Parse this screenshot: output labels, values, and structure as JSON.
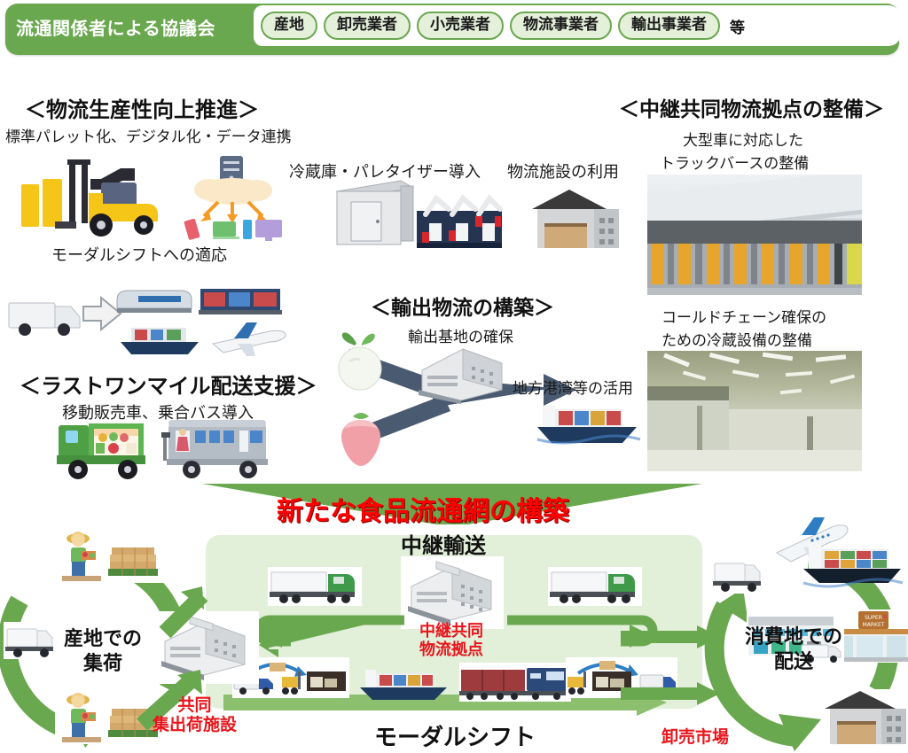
{
  "header": {
    "title": "流通関係者による協議会",
    "stakeholders": [
      "産地",
      "卸売業者",
      "小売業者",
      "物流事業者",
      "輸出事業者"
    ],
    "etc": "等",
    "bar_color": "#6aa84f",
    "pill_fill": "#e4f0da"
  },
  "sections": {
    "productivity": {
      "heading": "＜物流生産性向上推進＞",
      "caption_top": "標準パレット化、デジタル化・データ連携",
      "caption_bottom": "モーダルシフトへの適応",
      "icons": [
        "forklift-pallet-icon",
        "cloud-data-devices-icon",
        "truck-arrow-rail-ship-plane-icon"
      ]
    },
    "center_top": {
      "caption_left": "冷蔵庫・パレタイザー導入",
      "caption_right": "物流施設の利用",
      "icons": [
        "cold-storage-unit-icon",
        "palletizer-robot-icon",
        "warehouse-icon"
      ]
    },
    "export": {
      "heading": "＜輸出物流の構築＞",
      "caption_base": "輸出基地の確保",
      "caption_port": "地方港湾等の活用",
      "icons": [
        "turnip-icon",
        "strawberry-icon",
        "export-base-building-icon",
        "container-ship-icon"
      ]
    },
    "last_mile": {
      "heading": "＜ラストワンマイル配送支援＞",
      "caption": "移動販売車、乗合バス導入",
      "icons": [
        "mobile-sales-truck-icon",
        "community-bus-icon"
      ]
    },
    "relay_hub": {
      "heading": "＜中継共同物流拠点の整備＞",
      "caption_top_line1": "大型車に対応した",
      "caption_top_line2": "トラックバースの整備",
      "caption_bottom_line1": "コールドチェーン確保の",
      "caption_bottom_line2": "ための冷蔵設備の整備",
      "photos": [
        "truck-berth-photo",
        "cold-storage-interior-photo"
      ]
    }
  },
  "bottom": {
    "title": "新たな食品流通網の構築",
    "title_color": "#ff0000",
    "relay_transport_label": "中継輸送",
    "modal_shift_label": "モーダルシフト",
    "left_cycle_label_line1": "産地での",
    "left_cycle_label_line2": "集荷",
    "right_cycle_label_line1": "消費地での",
    "right_cycle_label_line2": "配送",
    "red_labels": {
      "joint_shipping_line1": "共同",
      "joint_shipping_line2": "集出荷施設",
      "relay_hub_line1": "中継共同",
      "relay_hub_line2": "物流拠点",
      "wholesale_market": "卸売市場"
    },
    "left_cycle_icons": [
      "box-truck-icon",
      "farmer-with-pallet-icon",
      "farmer-with-pallet-icon"
    ],
    "right_cycle_icons": [
      "box-truck-icon",
      "airplane-icon",
      "container-ship-icon",
      "supermarket-icon",
      "warehouse-icon",
      "distribution-center-icon"
    ],
    "middle_icons": [
      "green-trailer-truck-icon",
      "relay-hub-building-icon",
      "green-trailer-truck-icon",
      "truck-to-forklift-icon",
      "container-ship-icon",
      "freight-train-icon",
      "forklift-to-truck-icon"
    ],
    "panel_color": "#e2efd9",
    "arrow_color": "#6aa84f"
  }
}
